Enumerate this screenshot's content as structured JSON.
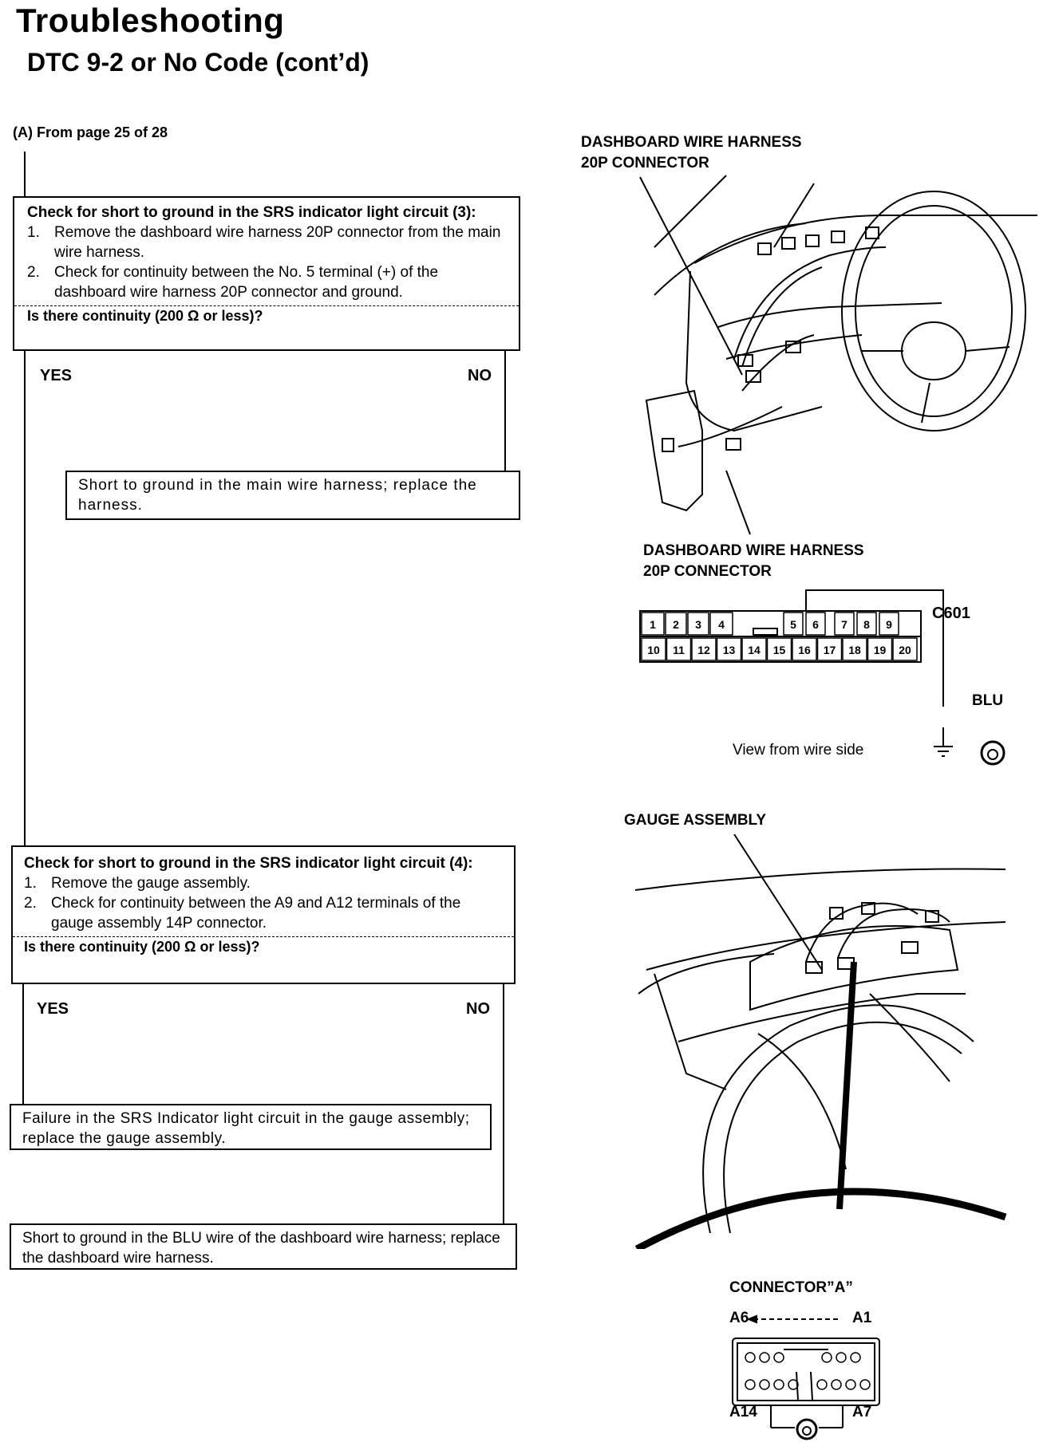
{
  "header": {
    "title": "Troubleshooting",
    "subtitle": "DTC 9-2 or No Code (cont’d)"
  },
  "from_page": "(A) From page 25 of 28",
  "box1": {
    "heading": "Check for short to ground in the SRS indicator light circuit (3):",
    "steps": [
      {
        "num": "1.",
        "text": "Remove the dashboard wire harness 20P connector from the main wire harness."
      },
      {
        "num": "2.",
        "text": "Check for continuity between the No. 5 terminal (+) of the dashboard wire harness 20P connector and ground."
      }
    ],
    "question": "Is there continuity (200 Ω or less)?"
  },
  "branch1": {
    "yes": "YES",
    "no": "NO"
  },
  "result1": "Short to ground in the main wire harness; replace the harness.",
  "box2": {
    "heading": "Check for short to ground in the SRS indicator light circuit (4):",
    "steps": [
      {
        "num": "1.",
        "text": "Remove the gauge assembly."
      },
      {
        "num": "2.",
        "text": "Check for continuity between the A9 and A12 terminals of the gauge assembly 14P connector."
      }
    ],
    "question": "Is there continuity (200 Ω or less)?"
  },
  "branch2": {
    "yes": "YES",
    "no": "NO"
  },
  "result2": "Failure in the SRS Indicator light circuit in the gauge assembly; replace the gauge assembly.",
  "result3": "Short to ground in the BLU wire of the dashboard wire harness; replace the dashboard wire harness.",
  "diagram1": {
    "label_line1": "DASHBOARD WIRE HARNESS",
    "label_line2": "20P CONNECTOR"
  },
  "connector20p": {
    "label_line1": "DASHBOARD WIRE HARNESS",
    "label_line2": "20P CONNECTOR",
    "code": "C601",
    "wire": "BLU",
    "view_note": "View from wire side",
    "top_pins": [
      "1",
      "2",
      "3",
      "4",
      "5",
      "6",
      "7",
      "8",
      "9"
    ],
    "bottom_pins": [
      "10",
      "11",
      "12",
      "13",
      "14",
      "15",
      "16",
      "17",
      "18",
      "19",
      "20"
    ]
  },
  "diagram2": {
    "label": "GAUGE ASSEMBLY"
  },
  "connectorA": {
    "label": "CONNECTOR”A”",
    "top_left": "A6",
    "top_right": "A1",
    "bottom_left": "A14",
    "bottom_right": "A7"
  }
}
